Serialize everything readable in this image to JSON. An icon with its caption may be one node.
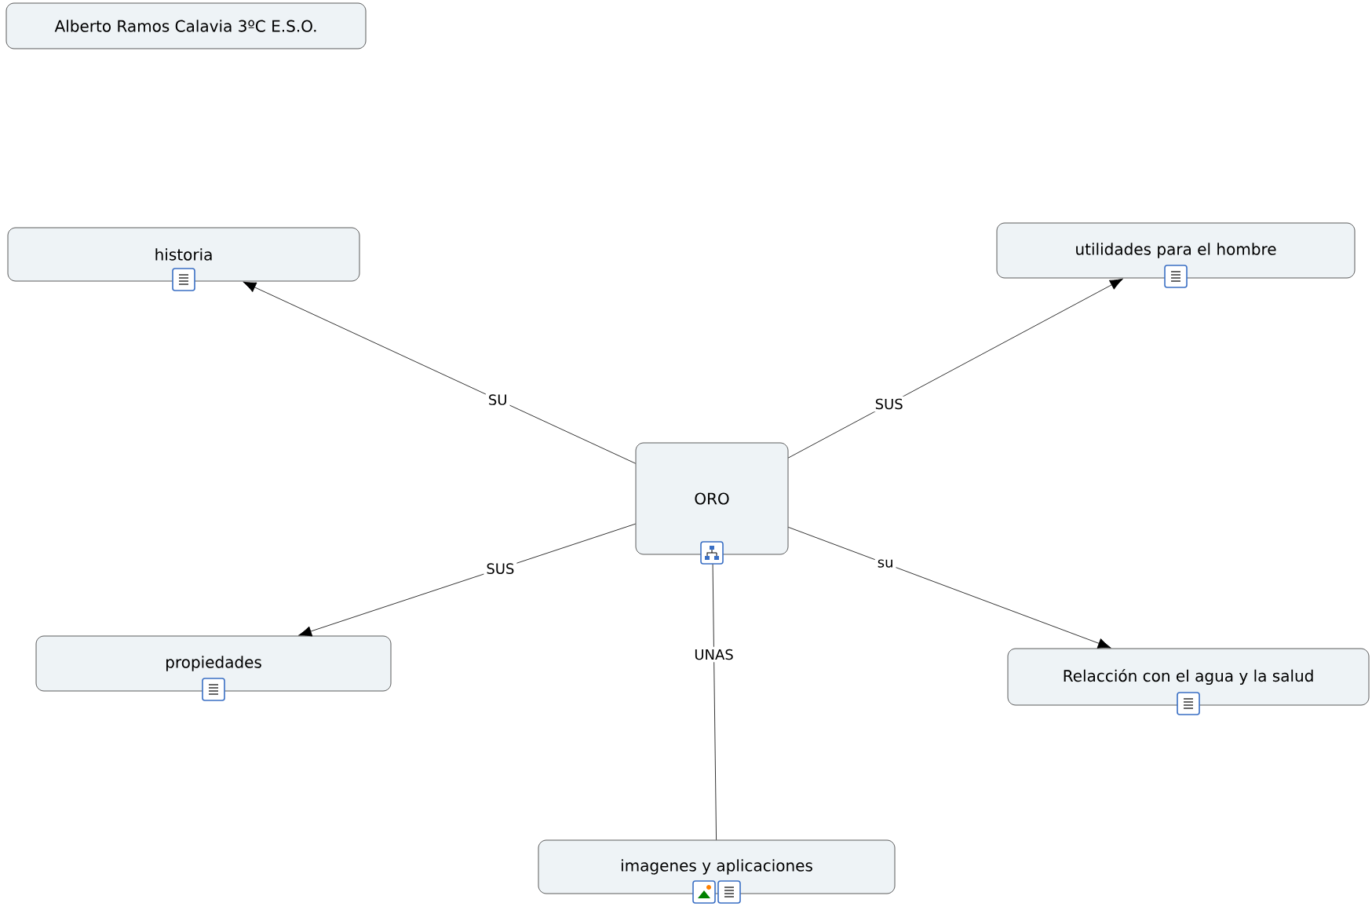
{
  "diagram": {
    "nodes": [
      {
        "text": [
          "Alberto Ramos Calavia 3ºC E.S.O."
        ]
      },
      {
        "text": [
          "historia"
        ]
      },
      {
        "text": [
          "utilidades para el hombre"
        ]
      },
      {
        "text": [
          "ORO"
        ]
      },
      {
        "text": [
          "propiedades"
        ]
      },
      {
        "text": [
          "Relacción con el agua y la salud"
        ]
      },
      {
        "text": [
          "imagenes y aplicaciones"
        ]
      }
    ],
    "edges": [
      {
        "from": 3,
        "to": 1,
        "arrow": "to",
        "label": "SU"
      },
      {
        "from": 3,
        "to": 2,
        "arrow": "to",
        "label": "SUS"
      },
      {
        "from": 3,
        "to": 4,
        "arrow": "to",
        "label": "SUS"
      },
      {
        "from": 3,
        "to": 5,
        "arrow": "to",
        "label": "su"
      },
      {
        "from": 3,
        "to": 6,
        "arrow": "none",
        "label": "UNAS"
      }
    ]
  }
}
